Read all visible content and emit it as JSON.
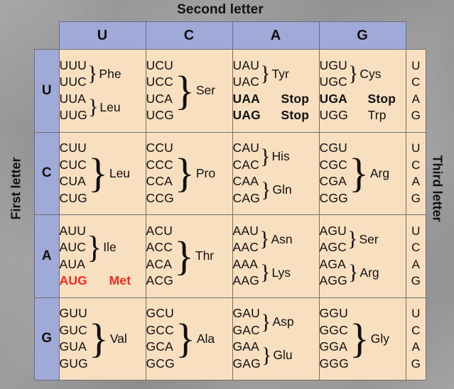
{
  "titles": {
    "second_letter": "Second letter",
    "first_letter": "First letter",
    "third_letter": "Third letter"
  },
  "colors": {
    "header_blue": "#9FAAD8",
    "cell_peach": "#F8DFC0",
    "start_codon_red": "#F9291A",
    "border": "#6E6E78",
    "background": "#9A9A9A"
  },
  "column_headers": [
    "U",
    "C",
    "A",
    "G"
  ],
  "row_labels": [
    "U",
    "C",
    "A",
    "G"
  ],
  "third_letters": [
    "U",
    "C",
    "A",
    "G"
  ],
  "rows": [
    {
      "first_letter": "U",
      "cells": [
        {
          "groups": [
            {
              "codons": [
                "UUU",
                "UUC"
              ],
              "amino_acid": "Phe",
              "brace": true
            },
            {
              "codons": [
                "UUA",
                "UUG"
              ],
              "amino_acid": "Leu",
              "brace": true
            }
          ]
        },
        {
          "groups": [
            {
              "codons": [
                "UCU",
                "UCC",
                "UCA",
                "UCG"
              ],
              "amino_acid": "Ser",
              "brace": true
            }
          ]
        },
        {
          "groups": [
            {
              "codons": [
                "UAU",
                "UAC"
              ],
              "amino_acid": "Tyr",
              "brace": true
            },
            {
              "codons": [
                "UAA"
              ],
              "amino_acid": "Stop",
              "brace": false,
              "bold": true
            },
            {
              "codons": [
                "UAG"
              ],
              "amino_acid": "Stop",
              "brace": false,
              "bold": true
            }
          ]
        },
        {
          "groups": [
            {
              "codons": [
                "UGU",
                "UGC"
              ],
              "amino_acid": "Cys",
              "brace": true
            },
            {
              "codons": [
                "UGA"
              ],
              "amino_acid": "Stop",
              "brace": false,
              "bold": true
            },
            {
              "codons": [
                "UGG"
              ],
              "amino_acid": "Trp",
              "brace": false
            }
          ]
        }
      ]
    },
    {
      "first_letter": "C",
      "cells": [
        {
          "groups": [
            {
              "codons": [
                "CUU",
                "CUC",
                "CUA",
                "CUG"
              ],
              "amino_acid": "Leu",
              "brace": true
            }
          ]
        },
        {
          "groups": [
            {
              "codons": [
                "CCU",
                "CCC",
                "CCA",
                "CCG"
              ],
              "amino_acid": "Pro",
              "brace": true
            }
          ]
        },
        {
          "groups": [
            {
              "codons": [
                "CAU",
                "CAC"
              ],
              "amino_acid": "His",
              "brace": true
            },
            {
              "codons": [
                "CAA",
                "CAG"
              ],
              "amino_acid": "Gln",
              "brace": true
            }
          ]
        },
        {
          "groups": [
            {
              "codons": [
                "CGU",
                "CGC",
                "CGA",
                "CGG"
              ],
              "amino_acid": "Arg",
              "brace": true
            }
          ]
        }
      ]
    },
    {
      "first_letter": "A",
      "cells": [
        {
          "groups": [
            {
              "codons": [
                "AUU",
                "AUC",
                "AUA"
              ],
              "amino_acid": "Ile",
              "brace": true
            },
            {
              "codons": [
                "AUG"
              ],
              "amino_acid": "Met",
              "brace": false,
              "start": true
            }
          ]
        },
        {
          "groups": [
            {
              "codons": [
                "ACU",
                "ACC",
                "ACA",
                "ACG"
              ],
              "amino_acid": "Thr",
              "brace": true
            }
          ]
        },
        {
          "groups": [
            {
              "codons": [
                "AAU",
                "AAC"
              ],
              "amino_acid": "Asn",
              "brace": true
            },
            {
              "codons": [
                "AAA",
                "AAG"
              ],
              "amino_acid": "Lys",
              "brace": true
            }
          ]
        },
        {
          "groups": [
            {
              "codons": [
                "AGU",
                "AGC"
              ],
              "amino_acid": "Ser",
              "brace": true
            },
            {
              "codons": [
                "AGA",
                "AGG"
              ],
              "amino_acid": "Arg",
              "brace": true
            }
          ]
        }
      ]
    },
    {
      "first_letter": "G",
      "cells": [
        {
          "groups": [
            {
              "codons": [
                "GUU",
                "GUC",
                "GUA",
                "GUG"
              ],
              "amino_acid": "Val",
              "brace": true
            }
          ]
        },
        {
          "groups": [
            {
              "codons": [
                "GCU",
                "GCC",
                "GCA",
                "GCG"
              ],
              "amino_acid": "Ala",
              "brace": true
            }
          ]
        },
        {
          "groups": [
            {
              "codons": [
                "GAU",
                "GAC"
              ],
              "amino_acid": "Asp",
              "brace": true
            },
            {
              "codons": [
                "GAA",
                "GAG"
              ],
              "amino_acid": "Glu",
              "brace": true
            }
          ]
        },
        {
          "groups": [
            {
              "codons": [
                "GGU",
                "GGC",
                "GGA",
                "GGG"
              ],
              "amino_acid": "Gly",
              "brace": true
            }
          ]
        }
      ]
    }
  ]
}
